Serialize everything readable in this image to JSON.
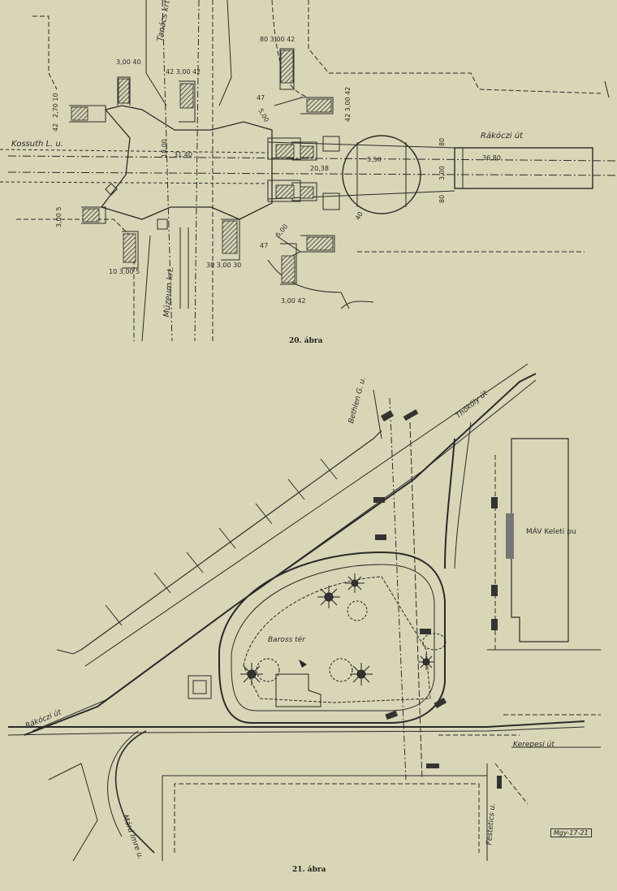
{
  "figure20": {
    "caption": "20. ábra",
    "streets": {
      "kossuth": "Kossuth L. u.",
      "tanacs": "Tanács krt",
      "muzeum": "Múzeum krt.",
      "rakoczi": "Rákóczi út"
    },
    "dimensions": {
      "d300_40": "3,00 40",
      "d42_300_42": "42 3,00 42",
      "d80_300_42": "80 3,00 42",
      "d270_10": "2,70 10",
      "d42_left": "42",
      "d1800": "18,00",
      "d3140": "31,40",
      "d2038": "20,38",
      "d550": "5,50",
      "d3680": "36,80",
      "d80a": "80",
      "d300v": "3,00",
      "d80b": "80",
      "d40": "40",
      "d300_5": "3,00 5",
      "d10_300_5": "10 3,00 5",
      "d30_300_30": "30 3,00 30",
      "d300_42_bottom": "3,00 42",
      "d500a": "5,00",
      "d500b": "5,00",
      "d47a": "47",
      "d47b": "47",
      "d42_300_42_right": "42 3,00 42"
    }
  },
  "figure21": {
    "caption": "21. ábra",
    "streets": {
      "bethlen": "Bethlen G. u.",
      "thokoly": "Thököly út",
      "keleti": "MÁV Keleti pu",
      "baross": "Baross tér",
      "rakoczi": "Rákóczi út",
      "kerepesi": "Kerepesi út",
      "marco": "Márd Imre u.",
      "festetics": "Festetics u."
    },
    "stamp": "Mgy-17-21"
  }
}
